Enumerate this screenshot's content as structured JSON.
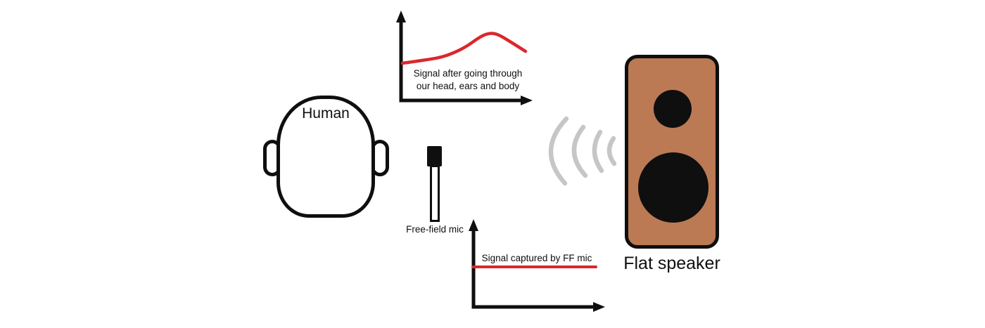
{
  "diagram": {
    "human": {
      "label": "Human"
    },
    "free_field_mic": {
      "label": "Free-field mic"
    },
    "flat_speaker": {
      "label": "Flat speaker"
    },
    "top_chart": {
      "caption_line1": "Signal after going through",
      "caption_line2": "our head, ears and body"
    },
    "bottom_chart": {
      "caption": "Signal captured by FF mic"
    },
    "colors": {
      "signal_red": "#d9282e",
      "speaker_brown": "#bb7a54",
      "wave_gray": "#c6c6c6",
      "ink_black": "#0f0f0f",
      "background": "#ffffff"
    }
  },
  "chart_data": [
    {
      "type": "line",
      "title": "Signal after going through our head, ears and body",
      "xlabel": "",
      "ylabel": "",
      "axes": "sketch axes with arrowheads, no ticks, no gridlines, no numeric scale",
      "legend": "none",
      "series": [
        {
          "name": "signal-through-head-ears-body",
          "x": [
            0,
            0.103,
            0.217,
            0.331,
            0.446,
            0.531,
            0.6,
            0.663,
            0.72,
            0.766,
            0.817,
            0.886,
            1.0
          ],
          "y": [
            0.469,
            0.491,
            0.518,
            0.549,
            0.619,
            0.69,
            0.77,
            0.827,
            0.85,
            0.836,
            0.796,
            0.73,
            0.619
          ]
        }
      ],
      "color": "#d9282e",
      "shape_note": "slowly rising curve with a resonance bump peaking near x=0.72 then falling"
    },
    {
      "type": "line",
      "title": "Signal captured by FF mic",
      "xlabel": "",
      "ylabel": "",
      "axes": "sketch axes with arrowheads, no ticks, no gridlines, no numeric scale",
      "legend": "none",
      "series": [
        {
          "name": "flat-ff-mic-response",
          "x": [
            0,
            1
          ],
          "y": [
            0.5,
            0.5
          ]
        }
      ],
      "color": "#d9282e",
      "shape_note": "perfectly flat horizontal line"
    }
  ]
}
